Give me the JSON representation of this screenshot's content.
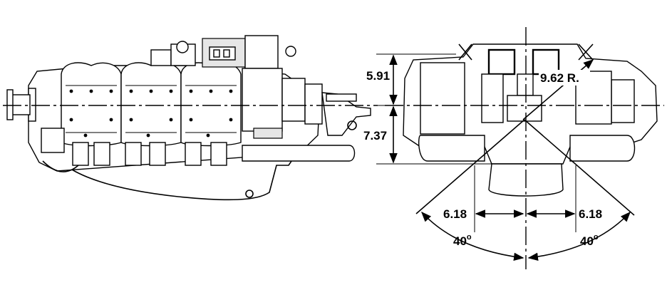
{
  "dimensions": {
    "upper_height": "5.91",
    "lower_height": "7.37",
    "radius": "9.62 R.",
    "left_offset": "6.18",
    "right_offset": "6.18",
    "left_angle": "40",
    "right_angle": "40",
    "degree_symbol": "o"
  }
}
